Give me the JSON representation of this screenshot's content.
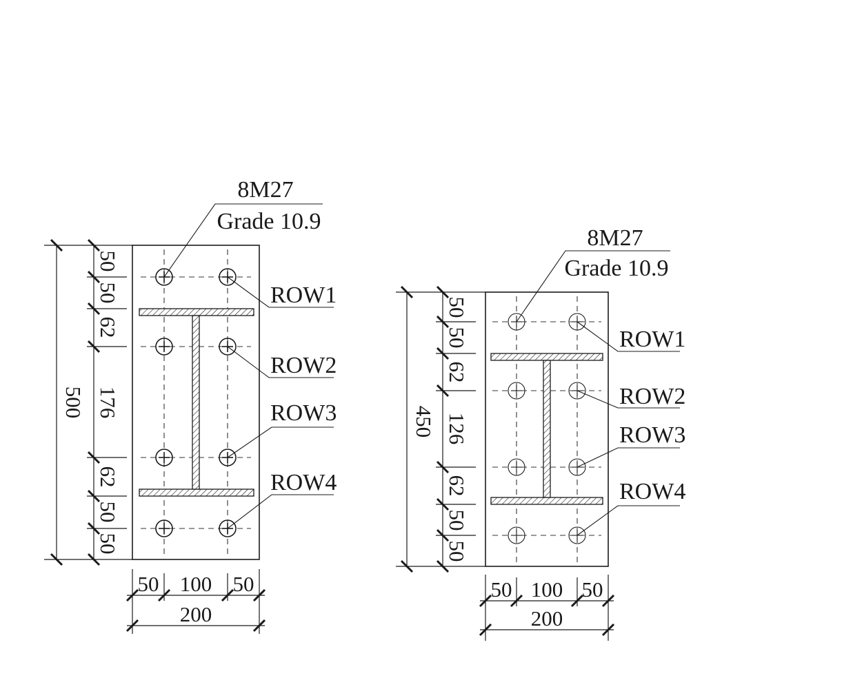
{
  "left": {
    "bolt_spec": "8M27",
    "bolt_grade": "Grade 10.9",
    "rows": [
      "ROW1",
      "ROW2",
      "ROW3",
      "ROW4"
    ],
    "total_height": "500",
    "vertical_dims": [
      "50",
      "50",
      "62",
      "176",
      "62",
      "50",
      "50"
    ],
    "horizontal_dims": [
      "50",
      "100",
      "50"
    ],
    "total_width": "200"
  },
  "right": {
    "bolt_spec": "8M27",
    "bolt_grade": "Grade 10.9",
    "rows": [
      "ROW1",
      "ROW2",
      "ROW3",
      "ROW4"
    ],
    "total_height": "450",
    "vertical_dims": [
      "50",
      "50",
      "62",
      "126",
      "62",
      "50",
      "50"
    ],
    "horizontal_dims": [
      "50",
      "100",
      "50"
    ],
    "total_width": "200"
  }
}
